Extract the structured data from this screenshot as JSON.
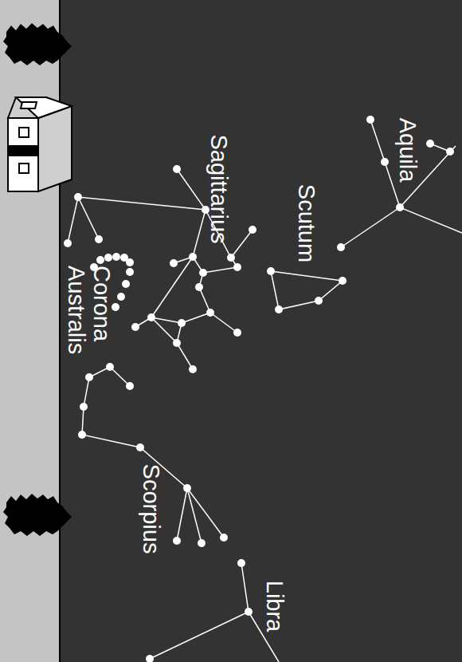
{
  "diagram": {
    "labels": [
      "Aquila",
      "Scutum",
      "Sagittarius",
      "Corona Australis",
      "Scorpius",
      "Libra"
    ]
  }
}
